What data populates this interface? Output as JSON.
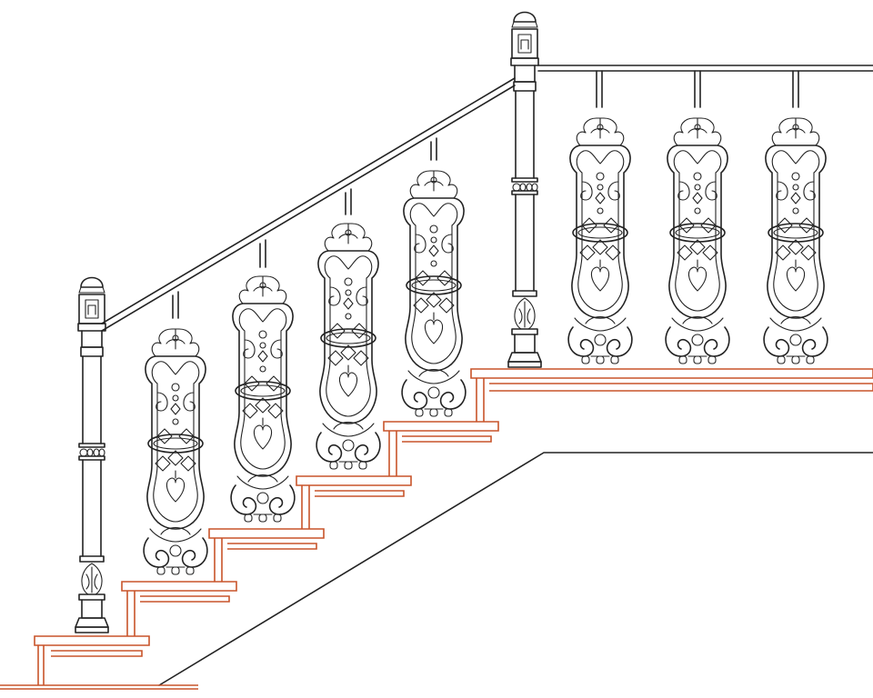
{
  "drawing": {
    "subject": "staircase-railing-elevation",
    "colors": {
      "linework": "#222222",
      "steps": "#c8542a",
      "background": "#ffffff"
    },
    "counts": {
      "inclined_balusters": 4,
      "landing_balusters": 3,
      "newel_posts": 2,
      "treads": 6
    }
  }
}
